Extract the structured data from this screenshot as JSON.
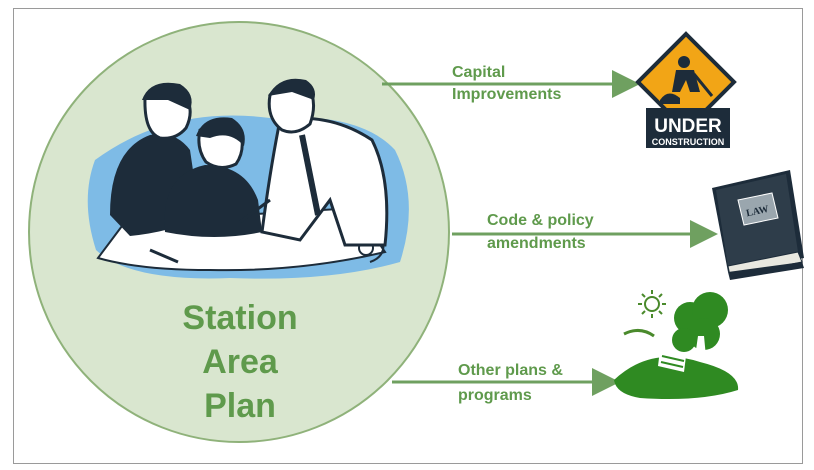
{
  "center": {
    "lines": [
      "Station",
      "Area",
      "Plan"
    ]
  },
  "outputs": [
    {
      "lines": [
        "Capital",
        "Improvements"
      ],
      "icon": "under-construction-sign"
    },
    {
      "lines": [
        "Code & policy",
        "amendments"
      ],
      "icon": "law-book"
    },
    {
      "lines": [
        "Other plans &",
        "programs"
      ],
      "icon": "park-bench-tree"
    }
  ],
  "sign_text": {
    "line1": "UNDER",
    "line2": "CONSTRUCTION"
  },
  "book_text": "LAW",
  "colors": {
    "circle_fill": "#d9e6cf",
    "circle_stroke": "#8fb27a",
    "accent_green": "#5f9a4c",
    "arrow": "#6fa060",
    "illustration_blue": "#7ebbe6",
    "sign_orange": "#f2a516"
  }
}
